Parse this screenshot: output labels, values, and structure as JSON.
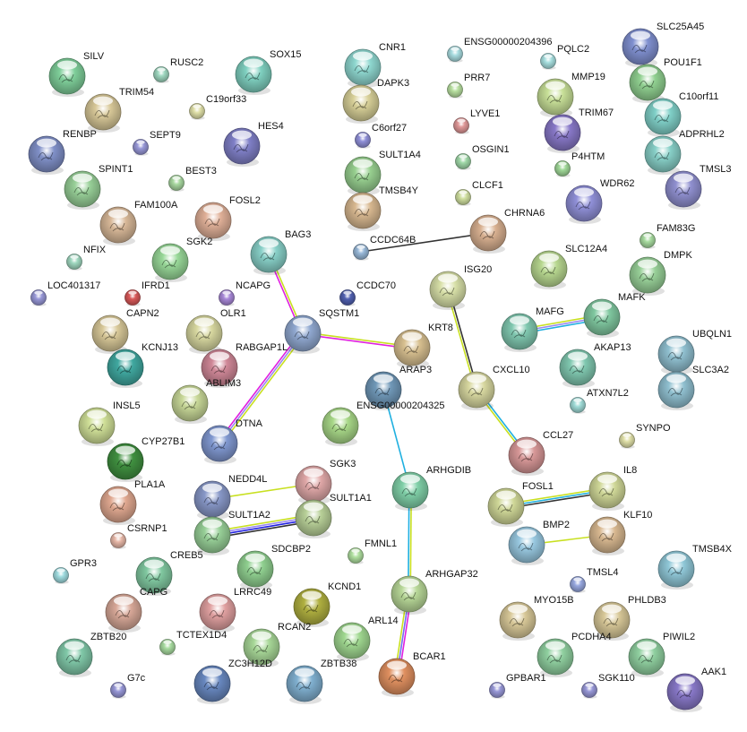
{
  "nodes": [
    {
      "label": "SILV",
      "color": "#7fcf9a",
      "structure": true
    },
    {
      "label": "RUSC2",
      "color": "#9fd8c0",
      "structure": false
    },
    {
      "label": "SOX15",
      "color": "#7fd0c0",
      "structure": true
    },
    {
      "label": "CNR1",
      "color": "#8fd8d0",
      "structure": true
    },
    {
      "label": "ENSG00000204396",
      "color": "#a8dce0",
      "structure": false
    },
    {
      "label": "PQLC2",
      "color": "#a8e0e0",
      "structure": false
    },
    {
      "label": "SLC25A45",
      "color": "#8090d0",
      "structure": true
    },
    {
      "label": "POU1F1",
      "color": "#90d090",
      "structure": true
    },
    {
      "label": "TRIM54",
      "color": "#d8c898",
      "structure": true
    },
    {
      "label": "C19orf33",
      "color": "#e0e0a8",
      "structure": false
    },
    {
      "label": "DAPK3",
      "color": "#d8d098",
      "structure": true
    },
    {
      "label": "PRR7",
      "color": "#b8e0a0",
      "structure": false
    },
    {
      "label": "MMP19",
      "color": "#c8e098",
      "structure": true
    },
    {
      "label": "C10orf11",
      "color": "#80d0c8",
      "structure": true
    },
    {
      "label": "LYVE1",
      "color": "#e09898",
      "structure": false
    },
    {
      "label": "C6orf27",
      "color": "#9090d8",
      "structure": false
    },
    {
      "label": "TRIM67",
      "color": "#8878c8",
      "structure": true
    },
    {
      "label": "ADPRHL2",
      "color": "#88d0c8",
      "structure": true
    },
    {
      "label": "RENBP",
      "color": "#8090c8",
      "structure": true
    },
    {
      "label": "SEPT9",
      "color": "#9898d8",
      "structure": false
    },
    {
      "label": "HES4",
      "color": "#8080c8",
      "structure": true
    },
    {
      "label": "OSGIN1",
      "color": "#a0d8a8",
      "structure": false
    },
    {
      "label": "P4HTM",
      "color": "#a0d898",
      "structure": false
    },
    {
      "label": "SULT1A4",
      "color": "#98d090",
      "structure": true
    },
    {
      "label": "BEST3",
      "color": "#a8d8a0",
      "structure": false
    },
    {
      "label": "SPINT1",
      "color": "#98d098",
      "structure": true
    },
    {
      "label": "TMSL3",
      "color": "#9090d0",
      "structure": true
    },
    {
      "label": "TMSB4Y",
      "color": "#d8b890",
      "structure": true
    },
    {
      "label": "CLCF1",
      "color": "#d0e0a0",
      "structure": false
    },
    {
      "label": "WDR62",
      "color": "#9090d8",
      "structure": true
    },
    {
      "label": "FAM100A",
      "color": "#d8b898",
      "structure": true
    },
    {
      "label": "FOSL2",
      "color": "#e0b098",
      "structure": true
    },
    {
      "label": "CHRNA6",
      "color": "#d8b090",
      "structure": true
    },
    {
      "label": "CCDC64B",
      "color": "#98b8d8",
      "structure": false
    },
    {
      "label": "BAG3",
      "color": "#88d0c8",
      "structure": true
    },
    {
      "label": "FAM83G",
      "color": "#a8dca0",
      "structure": false
    },
    {
      "label": "NFIX",
      "color": "#a0d8c0",
      "structure": false
    },
    {
      "label": "SGK2",
      "color": "#98d898",
      "structure": true
    },
    {
      "label": "SLC12A4",
      "color": "#b8d890",
      "structure": true
    },
    {
      "label": "DMPK",
      "color": "#98d098",
      "structure": true
    },
    {
      "label": "LOC401317",
      "color": "#9898d8",
      "structure": false
    },
    {
      "label": "IFRD1",
      "color": "#d85858",
      "structure": false
    },
    {
      "label": "NCAPG",
      "color": "#a888d8",
      "structure": false
    },
    {
      "label": "CCDC70",
      "color": "#5060b0",
      "structure": false
    },
    {
      "label": "ISG20",
      "color": "#d8e0a8",
      "structure": true
    },
    {
      "label": "MAFK",
      "color": "#80c8a0",
      "structure": true
    },
    {
      "label": "CAPN2",
      "color": "#d8c898",
      "structure": true
    },
    {
      "label": "OLR1",
      "color": "#d8d8a0",
      "structure": true
    },
    {
      "label": "SQSTM1",
      "color": "#90a8d0",
      "structure": true
    },
    {
      "label": "MAFG",
      "color": "#80c8b0",
      "structure": true
    },
    {
      "label": "UBQLN1",
      "color": "#90c0d0",
      "structure": true
    },
    {
      "label": "KCNJ13",
      "color": "#40a8a0",
      "structure": true
    },
    {
      "label": "RABGAP1L",
      "color": "#d08898",
      "structure": true
    },
    {
      "label": "KRT8",
      "color": "#d8c090",
      "structure": true
    },
    {
      "label": "AKAP13",
      "color": "#80c8b0",
      "structure": true
    },
    {
      "label": "ABLIM3",
      "color": "#c8d898",
      "structure": true
    },
    {
      "label": "ARAP3",
      "color": "#7098b8",
      "structure": true
    },
    {
      "label": "CXCL10",
      "color": "#d8d8a0",
      "structure": true
    },
    {
      "label": "SLC3A2",
      "color": "#90c0d0",
      "structure": true
    },
    {
      "label": "ATXN7L2",
      "color": "#a0dcd8",
      "structure": false
    },
    {
      "label": "ENSG00000204325",
      "color": "#a8d888",
      "structure": true
    },
    {
      "label": "INSL5",
      "color": "#d0e098",
      "structure": true
    },
    {
      "label": "DTNA",
      "color": "#8098d0",
      "structure": true
    },
    {
      "label": "SYNPO",
      "color": "#e0e0a8",
      "structure": false
    },
    {
      "label": "CYP27B1",
      "color": "#409040",
      "structure": true
    },
    {
      "label": "CCL27",
      "color": "#d89898",
      "structure": true
    },
    {
      "label": "SGK3",
      "color": "#e0a8a8",
      "structure": true
    },
    {
      "label": "NEDD4L",
      "color": "#8898c8",
      "structure": true
    },
    {
      "label": "IL8",
      "color": "#d0d898",
      "structure": true
    },
    {
      "label": "PLA1A",
      "color": "#e0a890",
      "structure": true
    },
    {
      "label": "ARHGDIB",
      "color": "#80d0a8",
      "structure": true
    },
    {
      "label": "SULT1A1",
      "color": "#b8d098",
      "structure": true
    },
    {
      "label": "FOSL1",
      "color": "#d0d898",
      "structure": true
    },
    {
      "label": "SULT1A2",
      "color": "#98d098",
      "structure": true
    },
    {
      "label": "CSRNP1",
      "color": "#e8b8a8",
      "structure": false
    },
    {
      "label": "BMP2",
      "color": "#98c8e0",
      "structure": true
    },
    {
      "label": "KLF10",
      "color": "#d8b890",
      "structure": true
    },
    {
      "label": "FMNL1",
      "color": "#b0e0a0",
      "structure": false
    },
    {
      "label": "CREB5",
      "color": "#80c8a0",
      "structure": true
    },
    {
      "label": "SDCBP2",
      "color": "#90d090",
      "structure": true
    },
    {
      "label": "GPR3",
      "color": "#a0dce0",
      "structure": false
    },
    {
      "label": "TMSB4X",
      "color": "#90c8d8",
      "structure": true
    },
    {
      "label": "ARHGAP32",
      "color": "#b8d898",
      "structure": true
    },
    {
      "label": "TMSL4",
      "color": "#98a8e0",
      "structure": false
    },
    {
      "label": "CAPG",
      "color": "#d8a898",
      "structure": true
    },
    {
      "label": "LRRC49",
      "color": "#e0a0a0",
      "structure": true
    },
    {
      "label": "KCND1",
      "color": "#b0b040",
      "structure": true
    },
    {
      "label": "MYO15B",
      "color": "#d8c898",
      "structure": true
    },
    {
      "label": "PHLDB3",
      "color": "#d8c898",
      "structure": true
    },
    {
      "label": "ARL14",
      "color": "#a0d890",
      "structure": true
    },
    {
      "label": "PCDHA4",
      "color": "#90d0a0",
      "structure": true
    },
    {
      "label": "PIWIL2",
      "color": "#90d0a0",
      "structure": true
    },
    {
      "label": "ZBTB20",
      "color": "#80c8a8",
      "structure": true
    },
    {
      "label": "TCTEX1D4",
      "color": "#a8dca0",
      "structure": false
    },
    {
      "label": "RCAN2",
      "color": "#a8d898",
      "structure": true
    },
    {
      "label": "BCAR1",
      "color": "#e09060",
      "structure": true
    },
    {
      "label": "ZC3H12D",
      "color": "#6888c0",
      "structure": true
    },
    {
      "label": "ZBTB38",
      "color": "#80b0d0",
      "structure": true
    },
    {
      "label": "GPBAR1",
      "color": "#9898d8",
      "structure": false
    },
    {
      "label": "SGK110",
      "color": "#9898d8",
      "structure": false
    },
    {
      "label": "AAK1",
      "color": "#8878c8",
      "structure": true
    },
    {
      "label": "G7c",
      "color": "#9898d8",
      "structure": false
    }
  ],
  "edges": [
    {
      "from": "CCDC64B",
      "to": "CHRNA6",
      "colors": [
        "#333333"
      ]
    },
    {
      "from": "BAG3",
      "to": "SQSTM1",
      "colors": [
        "#c8e020",
        "#e020e0"
      ]
    },
    {
      "from": "SQSTM1",
      "to": "KRT8",
      "colors": [
        "#c8e020",
        "#e020e0"
      ]
    },
    {
      "from": "SQSTM1",
      "to": "DTNA",
      "colors": [
        "#c8e020",
        "#9a88f0",
        "#e020e0"
      ]
    },
    {
      "from": "ISG20",
      "to": "CXCL10",
      "colors": [
        "#333333",
        "#c8e020"
      ]
    },
    {
      "from": "CXCL10",
      "to": "CCL27",
      "colors": [
        "#20b0e0",
        "#c8e020"
      ]
    },
    {
      "from": "MAFG",
      "to": "MAFK",
      "colors": [
        "#c8e020",
        "#9a88f0",
        "#20b0e0"
      ]
    },
    {
      "from": "ARAP3",
      "to": "ARHGDIB",
      "colors": [
        "#20b0e0"
      ]
    },
    {
      "from": "ARHGDIB",
      "to": "ARHGAP32",
      "colors": [
        "#c8e020",
        "#20b0e0"
      ]
    },
    {
      "from": "ARHGAP32",
      "to": "BCAR1",
      "colors": [
        "#e020e0",
        "#7070f0",
        "#c8e020"
      ]
    },
    {
      "from": "NEDD4L",
      "to": "SGK3",
      "colors": [
        "#c8e020"
      ]
    },
    {
      "from": "SULT1A2",
      "to": "SULT1A1",
      "colors": [
        "#c8e020",
        "#9a88f0",
        "#2020e0",
        "#333333"
      ]
    },
    {
      "from": "FOSL1",
      "to": "IL8",
      "colors": [
        "#c8e020",
        "#20b0e0",
        "#333333"
      ]
    },
    {
      "from": "BMP2",
      "to": "KLF10",
      "colors": [
        "#c8e020"
      ]
    }
  ]
}
